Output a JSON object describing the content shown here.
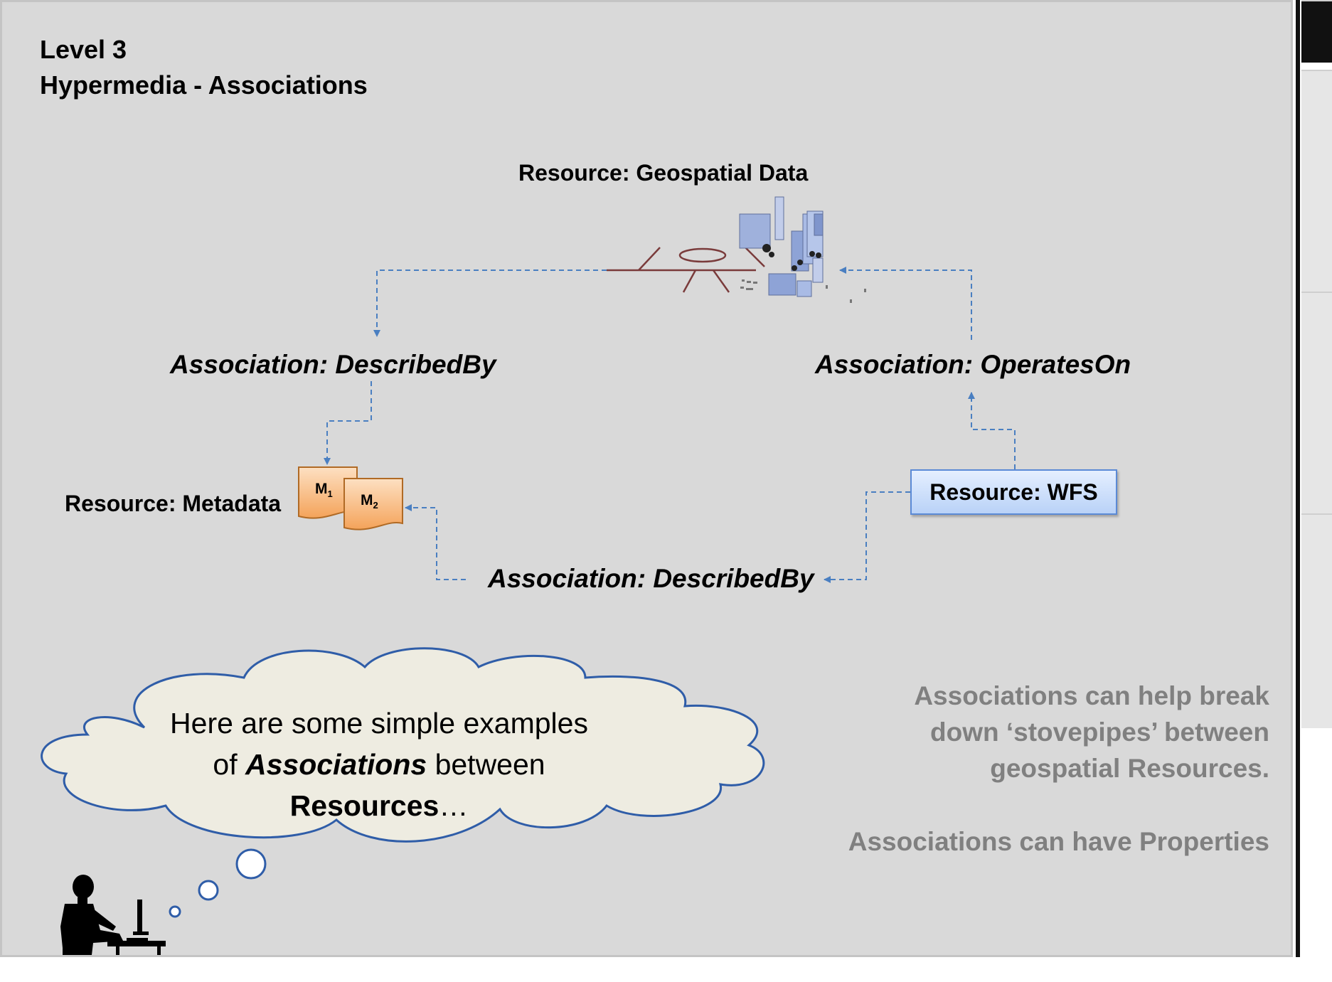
{
  "title": {
    "line1": "Level 3",
    "line2": "Hypermedia - Associations"
  },
  "resources": {
    "geospatial": "Resource: Geospatial Data",
    "metadata": "Resource: Metadata",
    "wfs": "Resource: WFS"
  },
  "metadata_docs": {
    "m1": "M",
    "m1_sub": "1",
    "m2": "M",
    "m2_sub": "2"
  },
  "associations": {
    "described_by_top": "Association: DescribedBy",
    "operates_on": "Association: OperatesOn",
    "described_by_bottom": "Association: DescribedBy"
  },
  "thought_bubble": {
    "line1": "Here are some simple examples",
    "line2_pre": "of ",
    "line2_em": "Associations",
    "line2_post": " between",
    "line3_strong": "Resources",
    "line3_post": "…"
  },
  "notes": {
    "line1": "Associations can help break",
    "line2": "down ‘stovepipes’ between",
    "line3": "geospatial Resources.",
    "line4": "Associations can have Properties"
  },
  "colors": {
    "slide_bg": "#d9d9d9",
    "connector": "#4a7fc1",
    "note_text": "#808080",
    "wfs_border": "#5b8ad6",
    "doc_fill": "#f7b77a"
  },
  "icons": {
    "geospatial": "city-map-icon",
    "metadata": "document-stack-icon",
    "user": "person-at-computer-icon",
    "thought": "thought-cloud-icon"
  }
}
